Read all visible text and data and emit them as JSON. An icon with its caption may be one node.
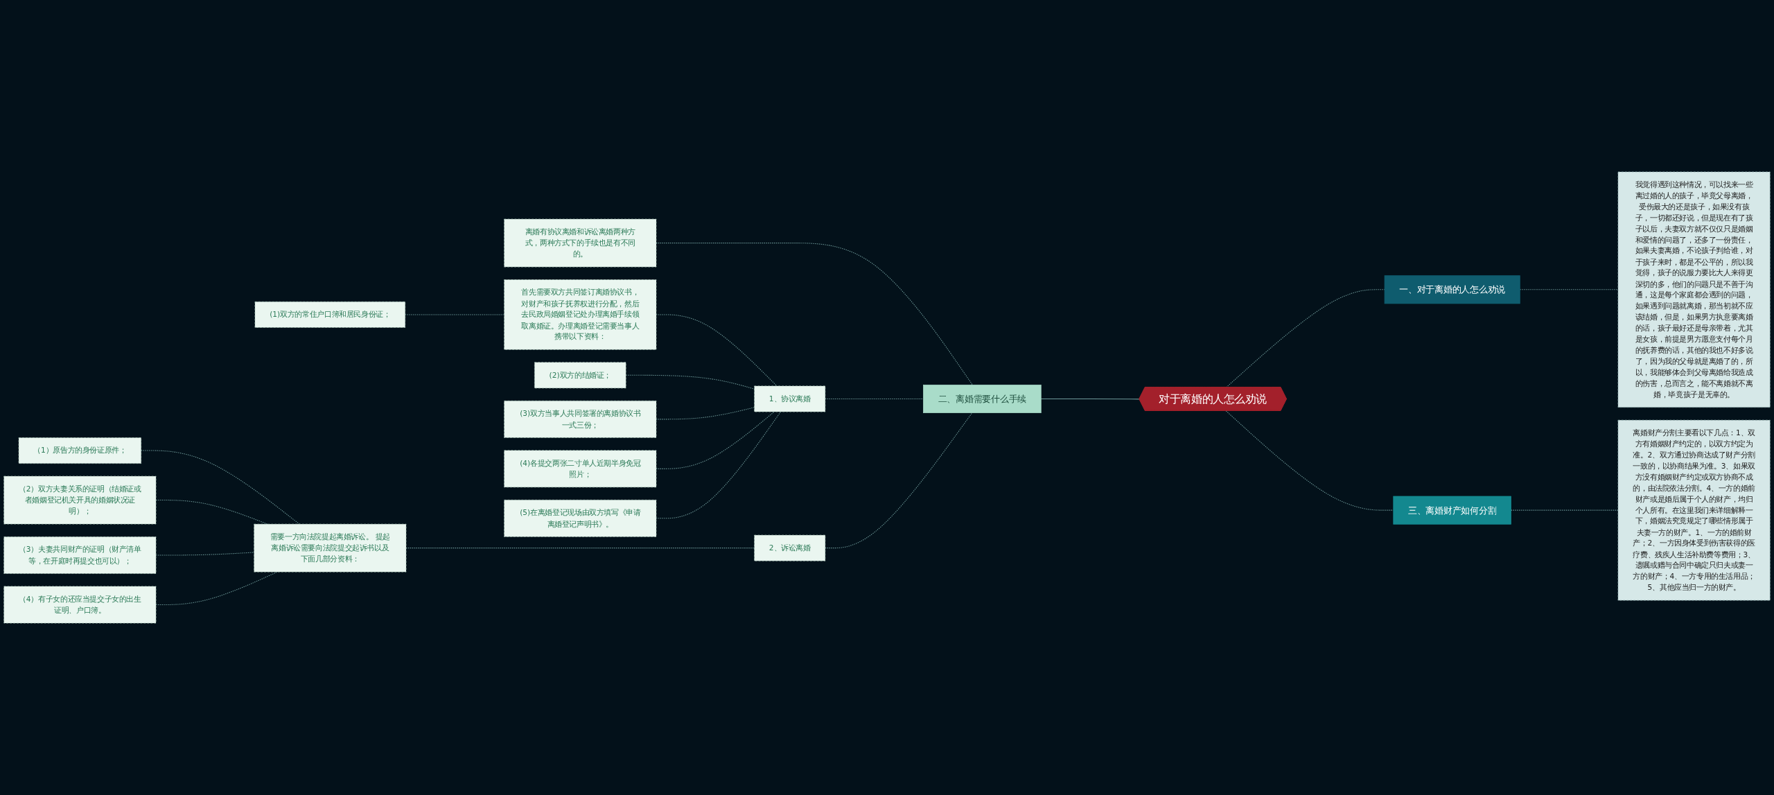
{
  "diagram": {
    "nodes": [
      {
        "text": [
          "对于离婚的人怎么劝说"
        ]
      },
      {
        "text": [
          "一、对于离婚的人怎么劝说"
        ]
      },
      {
        "text": [
          "我觉得遇到这种情况，可以找来一些离过婚的人的孩子，毕竟父母离婚，受伤最大的还是孩子，如果没有孩子，一切都还好说，但是现在有了孩子以后，夫妻双方就不仅仅只是婚姻和爱情的问题了，还多了一份责任，如果夫妻离婚，不论孩子判给谁，对于孩子来时，都是不公平的，所以我觉得，孩子的说服力要比大人来得更深切的多，他们的问题只是不善于沟通，这是每个家庭都会遇到的问题，如果遇到问题就离婚，那当初就不应该结婚，但是，如果男方执意要离婚的话，孩子最好还是母亲带着，尤其是女孩，前提是男方愿意支付每个月的抚养费的话，其他的我也不好多说了，因为我的父母就是离婚了的，所以，我能够体会到父母离婚给我造成的伤害，总而言之，能不离婚就不离婚，毕竟孩子是无辜的。"
        ]
      },
      {
        "text": [
          "二、离婚需要什么手续"
        ]
      },
      {
        "text": [
          "离婚有协议离婚和诉讼离婚两种方式，两种方式下的手续也是有不同的。"
        ]
      },
      {
        "text": [
          "1、协议离婚"
        ]
      },
      {
        "text": [
          "首先需要双方共同签订离婚协议书，对财产和孩子抚养权进行分配，然后去民政局婚姻登记处办理离婚手续领取离婚证。办理离婚登记需要当事人携带以下资料："
        ]
      },
      {
        "text": [
          "(1)双方的常住户口簿和居民身份证；"
        ]
      },
      {
        "text": [
          "(2)双方的结婚证；"
        ]
      },
      {
        "text": [
          "(3)双方当事人共同签署的离婚协议书一式三份；"
        ]
      },
      {
        "text": [
          "(4)各提交两张二寸单人近期半身免冠照片；"
        ]
      },
      {
        "text": [
          "(5)在离婚登记现场由双方填写《申请离婚登记声明书》。"
        ]
      },
      {
        "text": [
          "2、诉讼离婚"
        ]
      },
      {
        "text": [
          "需要一方向法院提起离婚诉讼。 提起离婚诉讼需要向法院提交起诉书以及下面几部分资料："
        ]
      },
      {
        "text": [
          "（1）原告方的身份证原件；"
        ]
      },
      {
        "text": [
          "（2）双方夫妻关系的证明（结婚证或者婚姻登记机关开具的婚姻状况证明）；"
        ]
      },
      {
        "text": [
          "（3）夫妻共同财产的证明（财产清单等，在开庭时再提交也可以）；"
        ]
      },
      {
        "text": [
          "（4）有子女的还应当提交子女的出生证明、户口簿。"
        ]
      },
      {
        "text": [
          "三、离婚财产如何分割"
        ]
      },
      {
        "text": [
          "离婚财产分割主要看以下几点：1、双方有婚姻财产约定的，以双方约定为准。2、双方通过协商达成了财产分割一致的，以协商结果为准。3、如果双方没有婚姻财产约定或双方协商不成的，由法院依法分割。4、一方的婚前财产或是婚后属于个人的财产，均归个人所有。在这里我们来详细解释一下，婚姻法究竟规定了哪些情形属于夫妻一方的财产。1、一方的婚前财产；2、一方因身体受到伤害获得的医疗费、残疾人生活补助费等费用；3、遗嘱或赠与合同中确定只归夫或妻一方的财产；4、一方专用的生活用品；5、其他应当归一方的财产。"
        ]
      }
    ],
    "edges": [
      {
        "from": 0,
        "to": 1,
        "arrow": "none",
        "style": "dashed"
      },
      {
        "from": 1,
        "to": 2,
        "arrow": "none",
        "style": "dashed"
      },
      {
        "from": 3,
        "to": 0,
        "arrow": "none"
      },
      {
        "from": 4,
        "to": 3,
        "arrow": "none",
        "style": "dashed"
      },
      {
        "from": 5,
        "to": 3,
        "arrow": "none",
        "style": "dashed"
      },
      {
        "from": 6,
        "to": 5,
        "arrow": "none",
        "style": "dashed"
      },
      {
        "from": 7,
        "to": 6,
        "arrow": "none",
        "style": "dashed"
      },
      {
        "from": 8,
        "to": 5,
        "arrow": "none",
        "style": "dashed"
      },
      {
        "from": 9,
        "to": 5,
        "arrow": "none",
        "style": "dashed"
      },
      {
        "from": 10,
        "to": 5,
        "arrow": "none",
        "style": "dashed"
      },
      {
        "from": 11,
        "to": 5,
        "arrow": "none",
        "style": "dashed"
      },
      {
        "from": 12,
        "to": 3,
        "arrow": "none",
        "style": "dashed"
      },
      {
        "from": 13,
        "to": 12,
        "arrow": "none",
        "style": "dashed"
      },
      {
        "from": 14,
        "to": 13,
        "arrow": "none",
        "style": "dashed"
      },
      {
        "from": 15,
        "to": 13,
        "arrow": "none",
        "style": "dashed"
      },
      {
        "from": 16,
        "to": 13,
        "arrow": "none",
        "style": "dashed"
      },
      {
        "from": 17,
        "to": 13,
        "arrow": "none",
        "style": "dashed"
      },
      {
        "from": 0,
        "to": 18,
        "arrow": "none",
        "style": "dashed"
      },
      {
        "from": 18,
        "to": 19,
        "arrow": "none",
        "style": "dashed"
      }
    ]
  }
}
